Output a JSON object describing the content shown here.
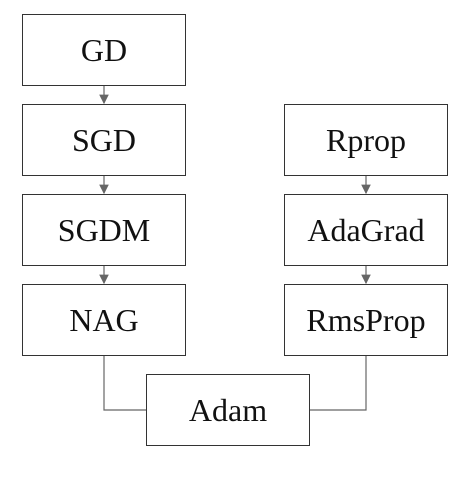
{
  "diagram": {
    "nodes": {
      "gd": "GD",
      "sgd": "SGD",
      "sgdm": "SGDM",
      "nag": "NAG",
      "rprop": "Rprop",
      "adagrad": "AdaGrad",
      "rmsprop": "RmsProp",
      "adam": "Adam"
    },
    "edges": [
      {
        "from": "GD",
        "to": "SGD",
        "type": "arrow"
      },
      {
        "from": "SGD",
        "to": "SGDM",
        "type": "arrow"
      },
      {
        "from": "SGDM",
        "to": "NAG",
        "type": "arrow"
      },
      {
        "from": "Rprop",
        "to": "AdaGrad",
        "type": "arrow"
      },
      {
        "from": "AdaGrad",
        "to": "RmsProp",
        "type": "arrow"
      },
      {
        "from": "NAG",
        "to": "Adam",
        "type": "line"
      },
      {
        "from": "RmsProp",
        "to": "Adam",
        "type": "line"
      }
    ],
    "colors": {
      "border": "#333333",
      "connector": "#666666",
      "text": "#111111",
      "background": "#ffffff"
    }
  }
}
